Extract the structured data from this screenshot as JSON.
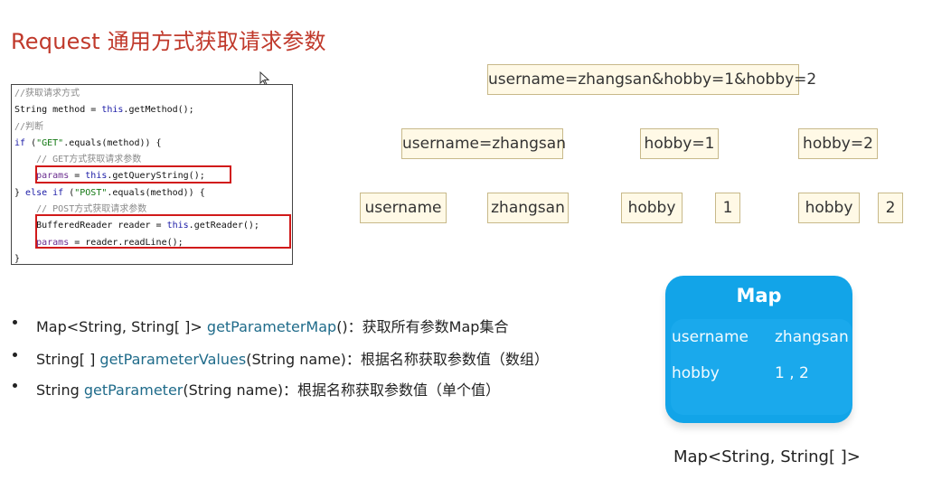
{
  "title": "Request 通用方式获取请求参数",
  "code": {
    "lines": [
      {
        "parts": [
          {
            "t": "//获取请求方式",
            "c": "comment"
          }
        ]
      },
      {
        "parts": [
          {
            "t": "String method = ",
            "c": "plain"
          },
          {
            "t": "this",
            "c": "kw"
          },
          {
            "t": ".getMethod();",
            "c": "plain"
          }
        ]
      },
      {
        "parts": [
          {
            "t": "//判断",
            "c": "comment"
          }
        ]
      },
      {
        "parts": [
          {
            "t": "if",
            "c": "kw"
          },
          {
            "t": " (",
            "c": "plain"
          },
          {
            "t": "\"GET\"",
            "c": "str"
          },
          {
            "t": ".equals(method)) {",
            "c": "plain"
          }
        ]
      },
      {
        "parts": [
          {
            "t": "    // GET方式获取请求参数",
            "c": "comment"
          }
        ]
      },
      {
        "parts": [
          {
            "t": "    ",
            "c": "plain"
          },
          {
            "t": "params",
            "c": "var"
          },
          {
            "t": " = ",
            "c": "plain"
          },
          {
            "t": "this",
            "c": "kw"
          },
          {
            "t": ".getQueryString();",
            "c": "plain"
          }
        ]
      },
      {
        "parts": [
          {
            "t": "} ",
            "c": "plain"
          },
          {
            "t": "else if",
            "c": "kw"
          },
          {
            "t": " (",
            "c": "plain"
          },
          {
            "t": "\"POST\"",
            "c": "str"
          },
          {
            "t": ".equals(method)) {",
            "c": "plain"
          }
        ]
      },
      {
        "parts": [
          {
            "t": "    // POST方式获取请求参数",
            "c": "comment"
          }
        ]
      },
      {
        "parts": [
          {
            "t": "    BufferedReader reader = ",
            "c": "plain"
          },
          {
            "t": "this",
            "c": "kw"
          },
          {
            "t": ".getReader();",
            "c": "plain"
          }
        ]
      },
      {
        "parts": [
          {
            "t": "    ",
            "c": "plain"
          },
          {
            "t": "params",
            "c": "var"
          },
          {
            "t": " = reader.readLine();",
            "c": "plain"
          }
        ]
      },
      {
        "parts": [
          {
            "t": "}",
            "c": "plain"
          }
        ]
      }
    ]
  },
  "query": {
    "full": "username=zhangsan&hobby=1&hobby=2",
    "pairs": [
      "username=zhangsan",
      "hobby=1",
      "hobby=2"
    ],
    "tokens": [
      "username",
      "zhangsan",
      "hobby",
      "1",
      "hobby",
      "2"
    ]
  },
  "bullets": [
    {
      "pre": "Map<String, String[ ]> ",
      "method": "getParameterMap",
      "post": "()：获取所有参数Map集合"
    },
    {
      "pre": "String[ ] ",
      "method": "getParameterValues",
      "post": "(String name)：根据名称获取参数值（数组）"
    },
    {
      "pre": "String ",
      "method": "getParameter",
      "post": "(String name)：根据名称获取参数值（单个值）"
    }
  ],
  "map_card": {
    "title": "Map",
    "rows": [
      {
        "key": "username",
        "value": "zhangsan"
      },
      {
        "key": "hobby",
        "value": "1 , 2"
      }
    ],
    "caption": "Map<String, String[ ]>"
  },
  "colors": {
    "title": "#c0392b",
    "accent_method": "#1f6b8a",
    "map_bg": "#12a4e8",
    "box_bg": "#fff9e6",
    "highlight": "#d11a1a"
  }
}
